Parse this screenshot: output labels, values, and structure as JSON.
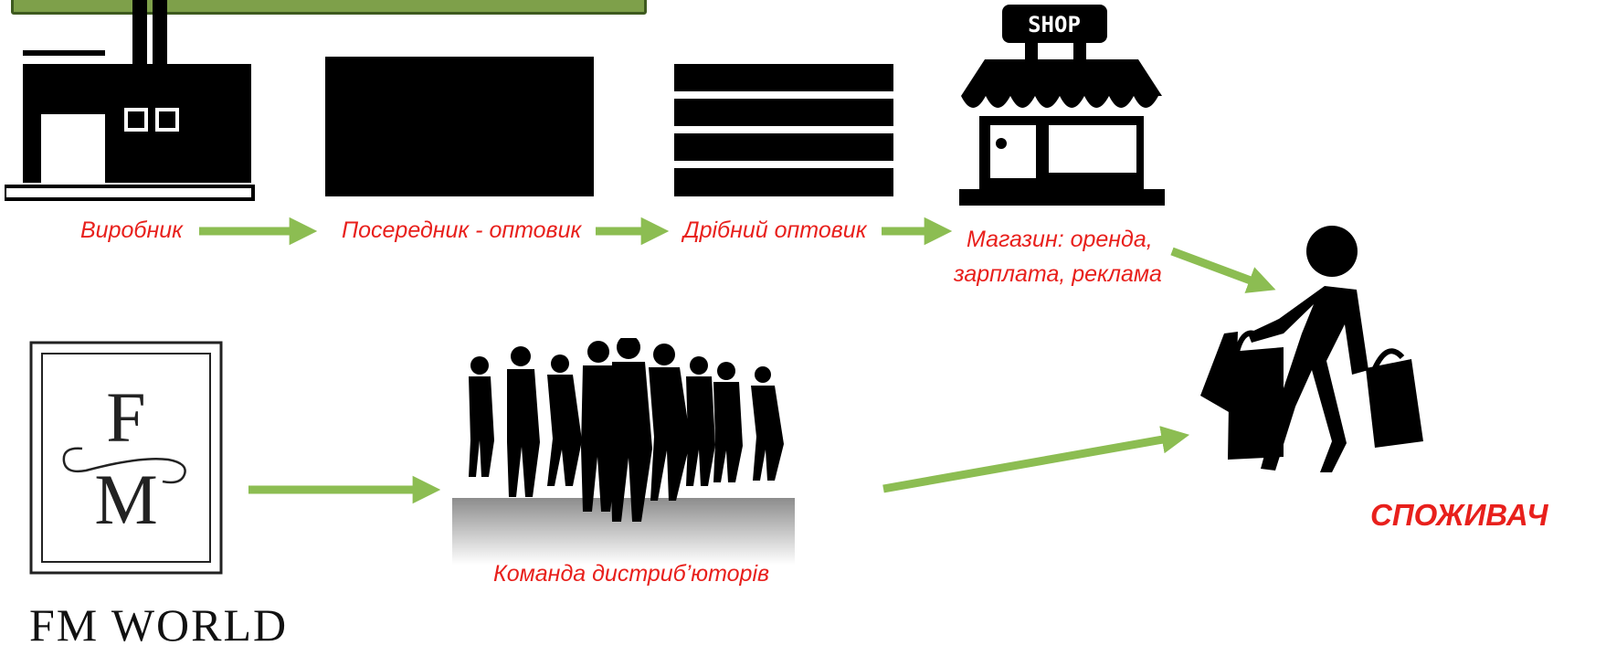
{
  "header": {
    "bar_color": "#7ea04a"
  },
  "traditional_chain": {
    "producer": {
      "label": "Виробник",
      "icon": "factory-icon"
    },
    "intermediary": {
      "label": "Посередник - оптовик",
      "icon": "warehouse-block-icon"
    },
    "small_wholesaler": {
      "label": "Дрібний оптовик",
      "icon": "stacked-bars-icon"
    },
    "shop": {
      "label_line1": "Магазин: оренда,",
      "label_line2": "зарплата, реклама",
      "sign": "SHOP",
      "icon": "shop-icon"
    }
  },
  "consumer": {
    "label": "СПОЖИВАЧ",
    "icon": "shopper-icon"
  },
  "direct_chain": {
    "company": {
      "monogram_top": "F",
      "monogram_bottom": "M",
      "wordmark": "FM WORLD",
      "icon": "fm-logo-icon"
    },
    "team": {
      "label": "Команда дистриб’юторів",
      "icon": "crowd-silhouette-icon"
    }
  },
  "colors": {
    "arrow": "#8cbd52",
    "label": "#e8201c",
    "icon": "#000000"
  }
}
